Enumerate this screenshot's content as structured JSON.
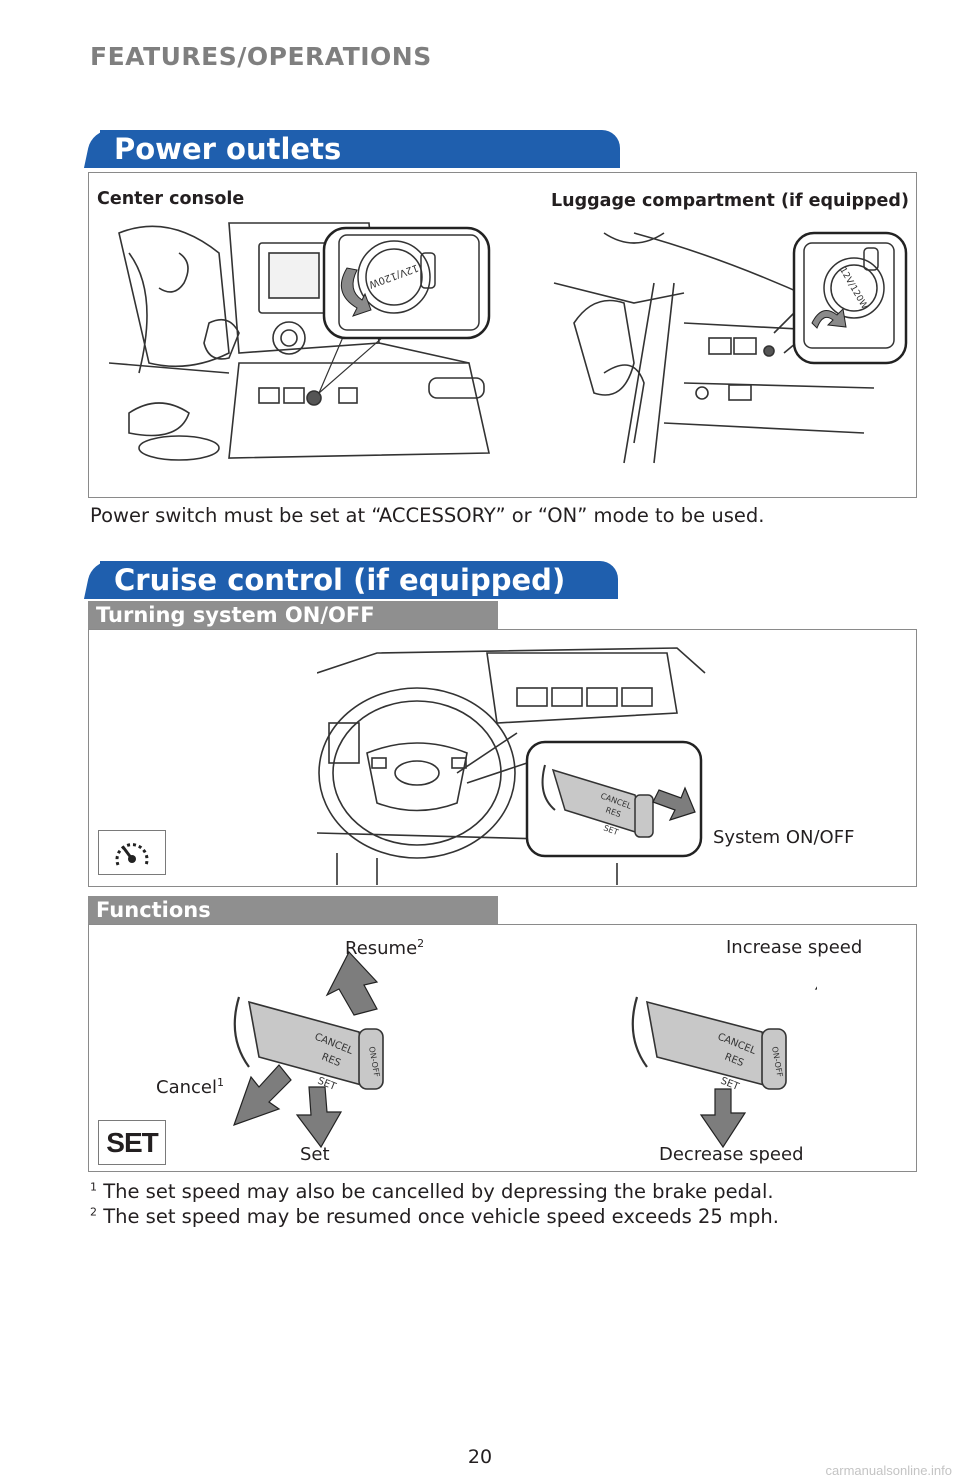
{
  "page": {
    "title": "FEATURES/OPERATIONS",
    "page_number": "20",
    "footer_watermark": "carmanualsonline.info"
  },
  "power_outlets": {
    "header": "Power outlets",
    "center_console_label": "Center console",
    "luggage_label": "Luggage compartment (if equipped)",
    "outlet_marking": "12V/120W",
    "note": "Power switch must be set at “ACCESSORY” or “ON” mode to be used."
  },
  "cruise_control": {
    "header": "Cruise control (if equipped)",
    "turning": {
      "subheader": "Turning system ON/OFF",
      "system_label": "System ON/OFF"
    },
    "functions": {
      "subheader": "Functions",
      "set_indicator": "SET",
      "resume_label": "Resume",
      "resume_sup": "2",
      "cancel_label": "Cancel",
      "cancel_sup": "1",
      "set_label": "Set",
      "increase_label": "Increase speed",
      "decrease_label": "Decrease speed",
      "lever_text": {
        "cancel": "CANCEL",
        "res": "RES",
        "set": "SET",
        "onoff": "ON-OFF"
      }
    },
    "footnotes": [
      {
        "mark": "1",
        "text": " The set speed may also be cancelled by depressing the brake pedal."
      },
      {
        "mark": "2",
        "text": " The set speed may be resumed once vehicle speed exceeds 25 mph."
      }
    ]
  },
  "colors": {
    "header_blue": "#1f5fae",
    "subheader_gray": "#8f8f8f",
    "lever_gray": "#c8c8c8",
    "arrow_gray": "#7d7d7d"
  }
}
